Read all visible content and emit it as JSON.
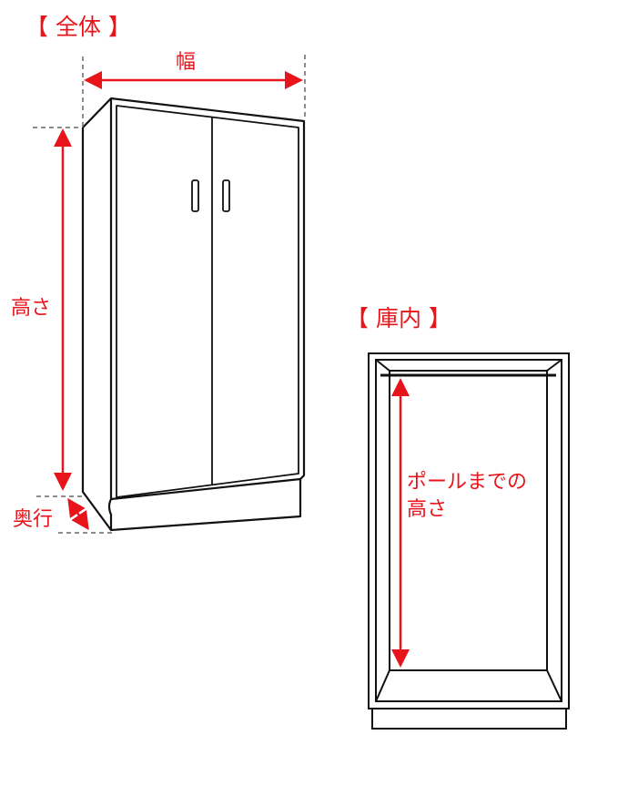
{
  "overall": {
    "title": "【 全体 】",
    "width_label": "幅",
    "height_label": "高さ",
    "depth_label": "奥行"
  },
  "interior": {
    "title": "【 庫内 】",
    "pole_height_label_line1": "ポールまでの",
    "pole_height_label_line2": "高さ"
  },
  "colors": {
    "accent": "#e8141c",
    "line": "#111111",
    "guide": "#666666"
  }
}
